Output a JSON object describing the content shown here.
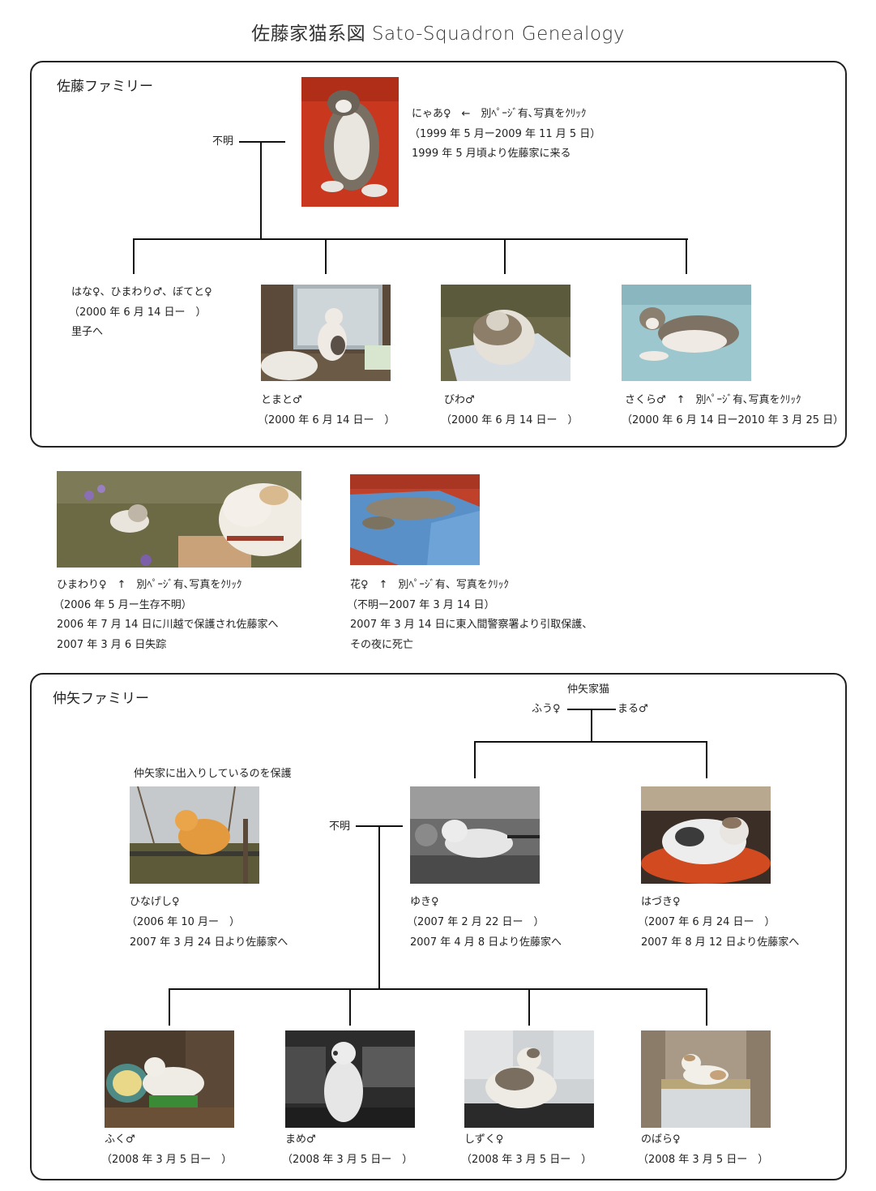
{
  "title": "佐藤家猫系図 Sato-Squadron Genealogy",
  "sato_family": {
    "label": "佐藤ファミリー",
    "unknown_parent": "不明",
    "nyaa": {
      "line1": "にゃあ♀　←　別ﾍﾟｰｼﾞ有､写真をｸﾘｯｸ",
      "line2": "（1999 年 5 月ー2009 年 11 月 5 日）",
      "line3": "1999 年 5 月頃より佐藤家に来る"
    },
    "hana_group": {
      "line1": "はな♀、ひまわり♂、ぼてと♀",
      "line2": "（2000 年 6 月 14 日ー　）",
      "line3": "里子へ"
    },
    "tomato": {
      "line1": "とまと♂",
      "line2": "（2000 年 6 月 14 日ー　）"
    },
    "biwa": {
      "line1": "びわ♂",
      "line2": "（2000 年 6 月 14 日ー　）"
    },
    "sakura": {
      "line1": "さくら♂　↑　別ﾍﾟｰｼﾞ有､写真をｸﾘｯｸ",
      "line2": "（2000 年 6 月 14 日ー2010 年 3 月 25 日）"
    }
  },
  "strays": {
    "himawari": {
      "line1": "ひまわり♀　↑　別ﾍﾟｰｼﾞ有､写真をｸﾘｯｸ",
      "line2": "（2006 年 5 月ー生存不明）",
      "line3": "2006 年 7 月 14 日に川越で保護され佐藤家へ",
      "line4": "2007 年 3 月 6 日失踪"
    },
    "hana": {
      "line1": "花♀　↑　別ﾍﾟｰｼﾞ有、写真をｸﾘｯｸ",
      "line2": "（不明ー2007 年 3 月 14 日）",
      "line3": "2007 年 3 月 14 日に東入間警察署より引取保護、",
      "line4": "その夜に死亡"
    }
  },
  "nakaya_family": {
    "label": "仲矢ファミリー",
    "parents_title": "仲矢家猫",
    "mother": "ふう♀",
    "father": "まる♂",
    "unknown_parent": "不明",
    "hinageshi": {
      "caption_top": "仲矢家に出入りしているのを保護",
      "line1": "ひなげし♀",
      "line2": "（2006 年 10 月ー　）",
      "line3": "2007 年 3 月 24 日より佐藤家へ"
    },
    "yuki": {
      "line1": "ゆき♀",
      "line2": "（2007 年 2 月 22 日ー　）",
      "line3": "2007 年 4 月 8 日より佐藤家へ"
    },
    "hazuki": {
      "line1": "はづき♀",
      "line2": "（2007 年 6 月 24 日ー　）",
      "line3": "2007 年 8 月 12 日より佐藤家へ"
    },
    "fuku": {
      "line1": "ふく♂",
      "line2": "（2008 年 3 月 5 日ー　）"
    },
    "mame": {
      "line1": "まめ♂",
      "line2": "（2008 年 3 月 5 日ー　）"
    },
    "shizuku": {
      "line1": "しずく♀",
      "line2": "（2008 年 3 月 5 日ー　）"
    },
    "nobara": {
      "line1": "のばら♀",
      "line2": "（2008 年 3 月 5 日ー　）"
    }
  }
}
